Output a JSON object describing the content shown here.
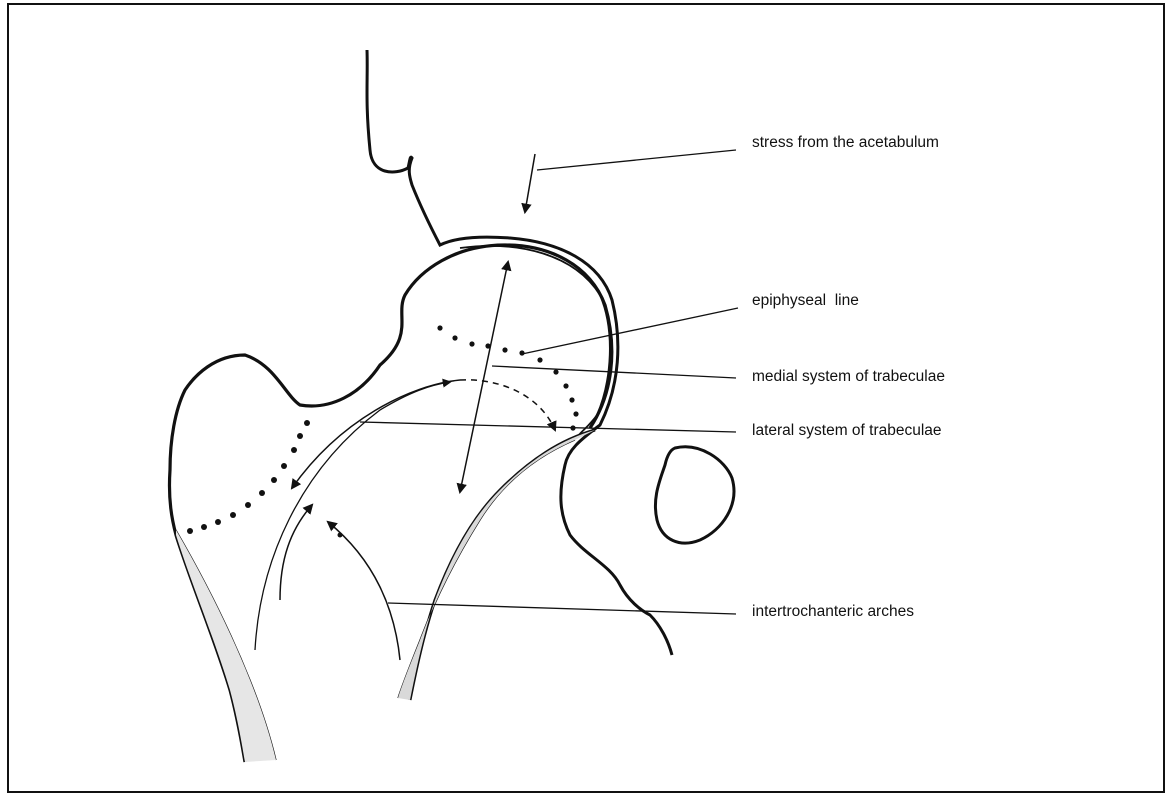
{
  "labels": {
    "stress": "stress from the acetabulum",
    "epiphyseal": "epiphyseal  line",
    "medial": "medial system of trabeculae",
    "lateral": "lateral system of trabeculae",
    "intertrochanteric": "intertrochanteric arches"
  },
  "colors": {
    "ink": "#111111",
    "cortex_fill": "#d9d9d9"
  }
}
